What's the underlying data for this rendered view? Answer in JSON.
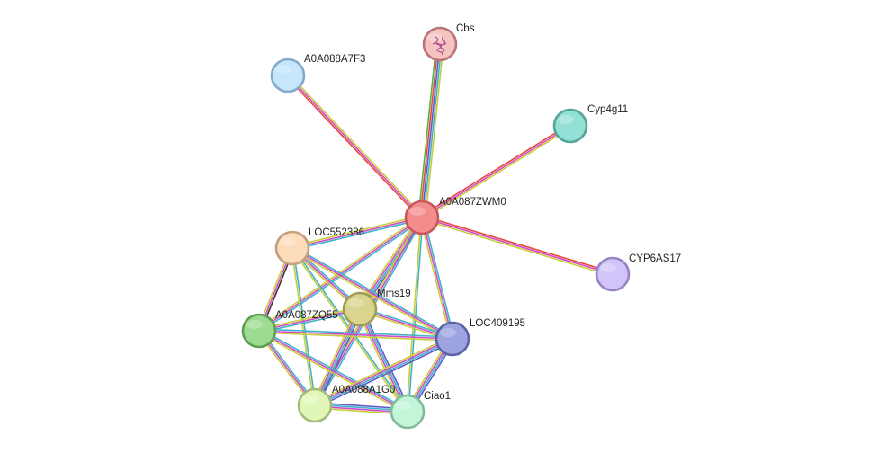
{
  "network": {
    "nodes": [
      {
        "id": "A0A087ZWM0",
        "label": "A0A087ZWM0",
        "fill": "#f38c8c",
        "stroke": "#c95757"
      },
      {
        "id": "Cbs",
        "label": "Cbs",
        "fill": "#f6c3c3",
        "stroke": "#b97474",
        "has_structure": true
      },
      {
        "id": "A0A088A7F3",
        "label": "A0A088A7F3",
        "fill": "#c5e6fb",
        "stroke": "#84aac8"
      },
      {
        "id": "Cyp4g11",
        "label": "Cyp4g11",
        "fill": "#93e0d6",
        "stroke": "#56a597"
      },
      {
        "id": "CYP6AS17",
        "label": "CYP6AS17",
        "fill": "#d2c4f8",
        "stroke": "#9583c4"
      },
      {
        "id": "LOC552386",
        "label": "LOC552386",
        "fill": "#fddcbb",
        "stroke": "#c2a07e"
      },
      {
        "id": "Mms19",
        "label": "Mms19",
        "fill": "#d9d58f",
        "stroke": "#a09c55"
      },
      {
        "id": "A0A087ZQ55",
        "label": "A0A087ZQ55",
        "fill": "#9ddc90",
        "stroke": "#5e9d52"
      },
      {
        "id": "LOC409195",
        "label": "LOC409195",
        "fill": "#9da4e0",
        "stroke": "#5b62a8"
      },
      {
        "id": "A0A088A1G0",
        "label": "A0A088A1G0",
        "fill": "#e0f7b8",
        "stroke": "#a2bb7b"
      },
      {
        "id": "Ciao1",
        "label": "Ciao1",
        "fill": "#c3f5d8",
        "stroke": "#82bb9b"
      }
    ],
    "edges": [
      {
        "source": "A0A087ZWM0",
        "target": "Cbs",
        "colors": [
          "#5bb33b",
          "#e8473f",
          "#5d5bc9",
          "#3fb3c9",
          "#c9cd3a"
        ]
      },
      {
        "source": "A0A087ZWM0",
        "target": "A0A088A7F3",
        "colors": [
          "#e8473f",
          "#d14ac9",
          "#c9cd3a"
        ]
      },
      {
        "source": "A0A087ZWM0",
        "target": "Cyp4g11",
        "colors": [
          "#e8473f",
          "#d14ac9",
          "#c9cd3a"
        ]
      },
      {
        "source": "A0A087ZWM0",
        "target": "CYP6AS17",
        "colors": [
          "#e8473f",
          "#d14ac9",
          "#c9cd3a"
        ]
      },
      {
        "source": "A0A087ZWM0",
        "target": "LOC552386",
        "colors": [
          "#3fb3c9",
          "#d14ac9",
          "#c9cd3a"
        ]
      },
      {
        "source": "A0A087ZWM0",
        "target": "Mms19",
        "colors": [
          "#5d5bc9",
          "#3fb3c9",
          "#d14ac9",
          "#c9cd3a"
        ]
      },
      {
        "source": "A0A087ZWM0",
        "target": "A0A087ZQ55",
        "colors": [
          "#3fb3c9",
          "#d14ac9",
          "#c9cd3a"
        ]
      },
      {
        "source": "A0A087ZWM0",
        "target": "LOC409195",
        "colors": [
          "#3fb3c9",
          "#d14ac9",
          "#c9cd3a"
        ]
      },
      {
        "source": "A0A087ZWM0",
        "target": "A0A088A1G0",
        "colors": [
          "#3fb3c9",
          "#d14ac9",
          "#c9cd3a"
        ]
      },
      {
        "source": "A0A087ZWM0",
        "target": "Ciao1",
        "colors": [
          "#3fb3c9",
          "#c9cd3a"
        ]
      },
      {
        "source": "LOC552386",
        "target": "A0A087ZQ55",
        "colors": [
          "#333333",
          "#d14ac9",
          "#c9cd3a"
        ]
      },
      {
        "source": "LOC552386",
        "target": "Mms19",
        "colors": [
          "#3fb3c9",
          "#d14ac9",
          "#c9cd3a"
        ]
      },
      {
        "source": "LOC552386",
        "target": "LOC409195",
        "colors": [
          "#3fb3c9",
          "#d14ac9",
          "#c9cd3a"
        ]
      },
      {
        "source": "LOC552386",
        "target": "A0A088A1G0",
        "colors": [
          "#3fb3c9",
          "#c9cd3a"
        ]
      },
      {
        "source": "LOC552386",
        "target": "Ciao1",
        "colors": [
          "#3fb3c9",
          "#c9cd3a"
        ]
      },
      {
        "source": "Mms19",
        "target": "A0A087ZQ55",
        "colors": [
          "#3fb3c9",
          "#d14ac9",
          "#c9cd3a"
        ]
      },
      {
        "source": "Mms19",
        "target": "LOC409195",
        "colors": [
          "#3fb3c9",
          "#d14ac9",
          "#c9cd3a"
        ]
      },
      {
        "source": "Mms19",
        "target": "A0A088A1G0",
        "colors": [
          "#5d5bc9",
          "#3fb3c9",
          "#d14ac9",
          "#c9cd3a"
        ]
      },
      {
        "source": "Mms19",
        "target": "Ciao1",
        "colors": [
          "#5d5bc9",
          "#3fb3c9",
          "#d14ac9",
          "#c9cd3a"
        ]
      },
      {
        "source": "A0A087ZQ55",
        "target": "LOC409195",
        "colors": [
          "#3fb3c9",
          "#d14ac9",
          "#c9cd3a"
        ]
      },
      {
        "source": "A0A087ZQ55",
        "target": "A0A088A1G0",
        "colors": [
          "#3fb3c9",
          "#d14ac9",
          "#c9cd3a"
        ]
      },
      {
        "source": "A0A087ZQ55",
        "target": "Ciao1",
        "colors": [
          "#3fb3c9",
          "#d14ac9",
          "#c9cd3a"
        ]
      },
      {
        "source": "LOC409195",
        "target": "A0A088A1G0",
        "colors": [
          "#5d5bc9",
          "#3fb3c9",
          "#d14ac9",
          "#c9cd3a"
        ]
      },
      {
        "source": "LOC409195",
        "target": "Ciao1",
        "colors": [
          "#5d5bc9",
          "#3fb3c9",
          "#d14ac9",
          "#c9cd3a"
        ]
      },
      {
        "source": "A0A088A1G0",
        "target": "Ciao1",
        "colors": [
          "#5d5bc9",
          "#3fb3c9",
          "#d14ac9",
          "#c9cd3a"
        ]
      }
    ]
  }
}
